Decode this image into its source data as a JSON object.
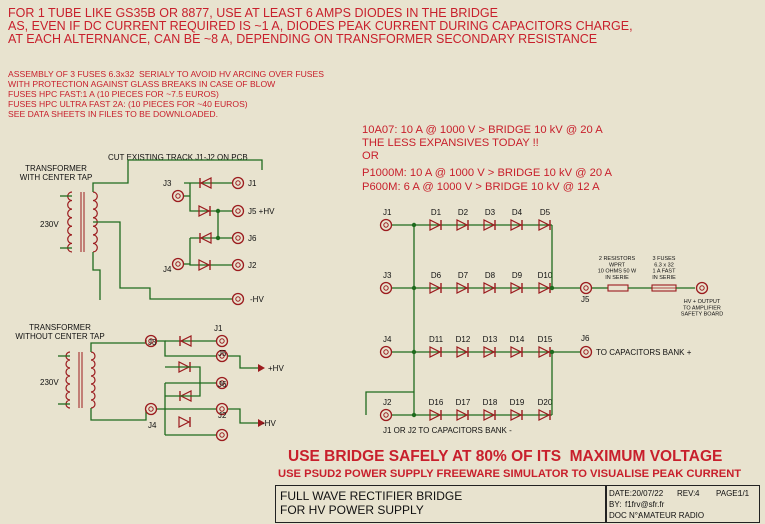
{
  "notes": {
    "top_lines": [
      "FOR 1 TUBE LIKE GS35B OR 8877, USE AT LEAST 6 AMPS DIODES IN THE BRIDGE",
      "AS, EVEN IF DC CURRENT REQUIRED IS ~1 A, DIODES PEAK CURRENT DURING CAPACITORS CHARGE,",
      "AT EACH ALTERNANCE, CAN BE ~8 A, DEPENDING ON TRANSFORMER SECONDARY RESISTANCE"
    ],
    "fuse_lines": [
      "ASSEMBLY OF 3 FUSES 6.3x32  SERIALY TO AVOID HV ARCING OVER FUSES",
      "WITH PROTECTION AGAINST GLASS BREAKS IN CASE OF BLOW",
      "FUSES HPC FAST:1 A (10 PIECES FOR ~7.5 EUROS)",
      "FUSES HPC ULTRA FAST 2A: (10 PIECES FOR ~40 EUROS)",
      "SEE DATA SHEETS IN FILES TO BE DOWNLOADED."
    ],
    "bridge_lines": [
      "10A07: 10 A @ 1000 V > BRIDGE 10 kV @ 20 A",
      "THE LESS EXPANSIVES TODAY !!",
      "OR",
      "P1000M: 10 A @ 1000 V > BRIDGE 10 kV @ 20 A",
      "P600M: 6 A @ 1000 V > BRIDGE 10 kV @ 12 A"
    ],
    "warning_main": "USE BRIDGE SAFELY AT 80% OF ITS  MAXIMUM VOLTAGE",
    "warning_sub": "USE PSUD2 POWER SUPPLY FREEWARE SIMULATOR TO VISUALISE PEAK CURRENT"
  },
  "upper_circuit": {
    "title": "TRANSFORMER\nWITH CENTER TAP",
    "voltage": "230V",
    "cut_label": "CUT EXISTING TRACK J1-J2 ON PCB",
    "j3": "J3",
    "j4": "J4",
    "j1": "J1",
    "j5": "J5 +HV",
    "j6": "J6",
    "j2": "J2",
    "neg": "-HV"
  },
  "lower_circuit": {
    "title": "TRANSFORMER\nWITHOUT CENTER TAP",
    "voltage": "230V",
    "j3": "J3",
    "j4": "J4",
    "j1": "J1",
    "j5": "J5",
    "j6": "J6",
    "j2": "J2",
    "pos": "+HV",
    "neg": "-HV"
  },
  "bridge": {
    "rows": [
      {
        "j": "J1",
        "diodes": [
          "D1",
          "D2",
          "D3",
          "D4",
          "D5"
        ]
      },
      {
        "j": "J3",
        "diodes": [
          "D6",
          "D7",
          "D8",
          "D9",
          "D10"
        ]
      },
      {
        "j": "J4",
        "diodes": [
          "D11",
          "D12",
          "D13",
          "D14",
          "D15"
        ]
      },
      {
        "j": "J2",
        "diodes": [
          "D16",
          "D17",
          "D18",
          "D19",
          "D20"
        ]
      }
    ],
    "j5": "J5",
    "j6": "J6",
    "cap_plus": "TO CAPACITORS BANK +",
    "cap_minus": "J1 OR J2 TO CAPACITORS BANK -",
    "resistors": "2 RESISTORS\nWPRT\n10 OHMS 50 W\nIN SERIE",
    "fuses": "3 FUSES\n6.3 x 32\n1 A FAST\nIN SERIE",
    "output": "HV + OUTPUT\nTO AMPLIFIER\nSAFETY BOARD"
  },
  "title_block": {
    "title1": "FULL WAVE RECTIFIER BRIDGE",
    "title2": "FOR HV POWER SUPPLY",
    "date_label": "DATE:",
    "date": "20/07/22",
    "rev_label": "REV:",
    "rev": "4",
    "page_label": "PAGE:",
    "page": "1/1",
    "by_label": "BY:",
    "by": "f1frv@sfr.fr",
    "doc_label": "DOC N°:",
    "doc": "AMATEUR RADIO"
  },
  "colors": {
    "wire": "#1f6b1e",
    "component": "#9b1b1e",
    "text": "#c8202c",
    "background": "#e8e3cf"
  }
}
